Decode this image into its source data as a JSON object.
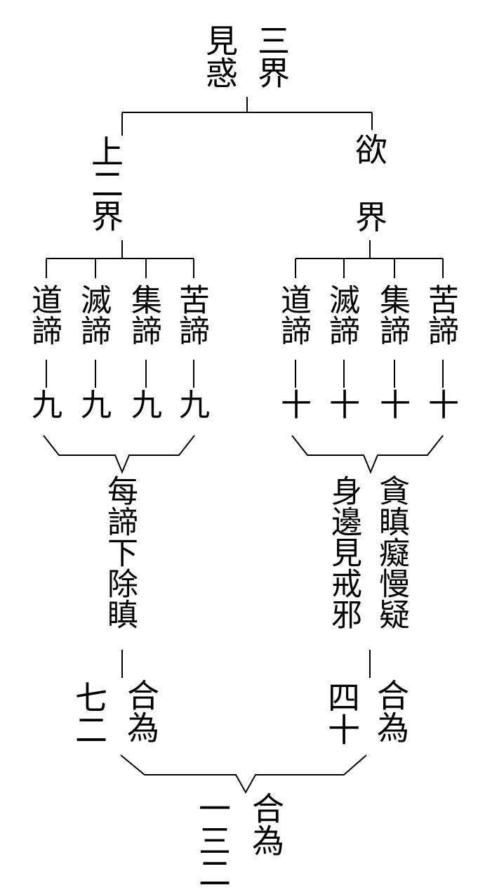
{
  "root": {
    "col1": "三界",
    "col2": "見惑"
  },
  "upper_realm": {
    "label": "上二界"
  },
  "desire_realm": {
    "label_1": "欲",
    "label_2": "界"
  },
  "upper_truths": [
    {
      "name": "苦諦",
      "count": "九"
    },
    {
      "name": "集諦",
      "count": "九"
    },
    {
      "name": "滅諦",
      "count": "九"
    },
    {
      "name": "道諦",
      "count": "九"
    }
  ],
  "desire_truths": [
    {
      "name": "苦諦",
      "count": "十"
    },
    {
      "name": "集諦",
      "count": "十"
    },
    {
      "name": "滅諦",
      "count": "十"
    },
    {
      "name": "道諦",
      "count": "十"
    }
  ],
  "upper_note": "每諦下除瞋",
  "desire_note": {
    "col1": "貪瞋癡慢疑",
    "col2": "身邊見戒邪"
  },
  "upper_sum": {
    "label": "合為",
    "value": "七二"
  },
  "desire_sum": {
    "label": "合為",
    "value": "四十"
  },
  "total": {
    "label": "合為",
    "value": "一三二"
  }
}
